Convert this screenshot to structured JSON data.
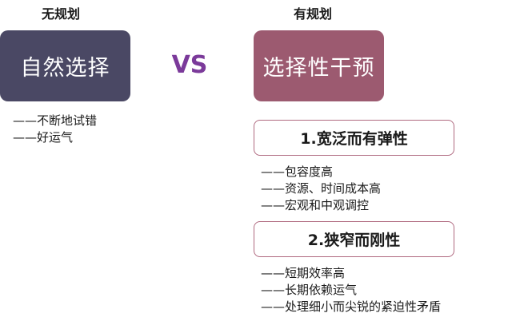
{
  "left": {
    "heading": "无规划",
    "box_label": "自然选择",
    "box_color": "#4a4864",
    "items": [
      "——不断地试错",
      "——好运气"
    ]
  },
  "vs_label": "VS",
  "right": {
    "heading": "有规划",
    "box_label": "选择性干预",
    "box_color": "#9c5a70",
    "sections": [
      {
        "title": "1.宽泛而有弹性",
        "items": [
          "——包容度高",
          "——资源、时间成本高",
          "——宏观和中观调控"
        ]
      },
      {
        "title": "2.狭窄而刚性",
        "items": [
          "——短期效率高",
          "——长期依赖运气",
          "——处理细小而尖锐的紧迫性矛盾"
        ]
      }
    ]
  }
}
